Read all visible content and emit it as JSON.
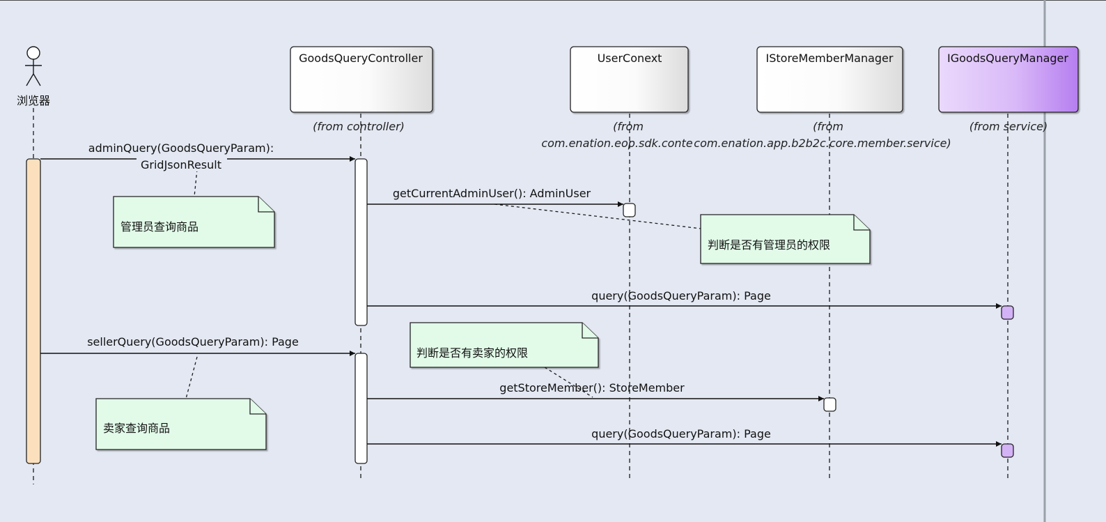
{
  "diagram": {
    "actor": {
      "label": "浏览器"
    },
    "participants": [
      {
        "id": "goods-query-controller",
        "name": "GoodsQueryController",
        "from": [
          "(from controller)"
        ]
      },
      {
        "id": "user-conext",
        "name": "UserConext",
        "from": [
          "(from",
          "com.enation.eop.sdk.conte"
        ]
      },
      {
        "id": "istore-member-manager",
        "name": "IStoreMemberManager",
        "from": [
          "(from",
          "com.enation.app.b2b2c.core.member.service)"
        ]
      },
      {
        "id": "igoods-query-manager",
        "name": "IGoodsQueryManager",
        "from": [
          "(from service)"
        ]
      }
    ],
    "messages": [
      {
        "id": "admin-query",
        "lines": [
          "adminQuery(GoodsQueryParam):",
          "GridJsonResult"
        ]
      },
      {
        "id": "get-current-admin-user",
        "lines": [
          "getCurrentAdminUser(): AdminUser"
        ]
      },
      {
        "id": "query-1",
        "lines": [
          "query(GoodsQueryParam): Page"
        ]
      },
      {
        "id": "seller-query",
        "lines": [
          "sellerQuery(GoodsQueryParam): Page"
        ]
      },
      {
        "id": "get-store-member",
        "lines": [
          "getStoreMember(): StoreMember"
        ]
      },
      {
        "id": "query-2",
        "lines": [
          "query(GoodsQueryParam): Page"
        ]
      }
    ],
    "notes": [
      {
        "id": "note-admin-query",
        "text": "管理员查询商品"
      },
      {
        "id": "note-admin-permission",
        "text": "判断是否有管理员的权限"
      },
      {
        "id": "note-seller-permission",
        "text": "判断是否有卖家的权限"
      },
      {
        "id": "note-seller-query",
        "text": "卖家查询商品"
      }
    ],
    "colors": {
      "background": "#e3e8f2",
      "note_fill": "#e2fbe9",
      "actor_activation": "#fce0bd",
      "interface_fill": "#c9a3f5",
      "class_fill": "#ffffff",
      "line": "#1a1a1a"
    }
  }
}
